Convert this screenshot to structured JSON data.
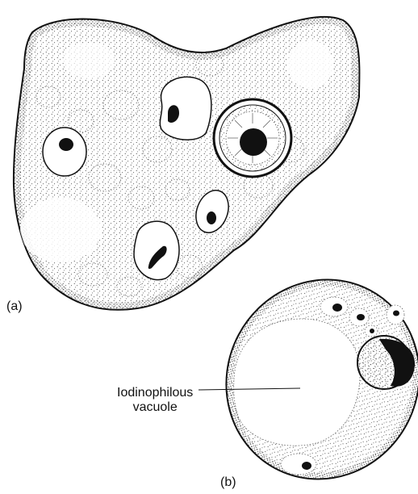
{
  "figure": {
    "panel_a": {
      "label": "(a)"
    },
    "panel_b": {
      "label": "(b)"
    },
    "callout": {
      "line1": "Iodinophilous",
      "line2": "vacuole"
    }
  },
  "colors": {
    "ink": "#111111",
    "cytoplasm": "#ffffff",
    "background": "#ffffff"
  }
}
